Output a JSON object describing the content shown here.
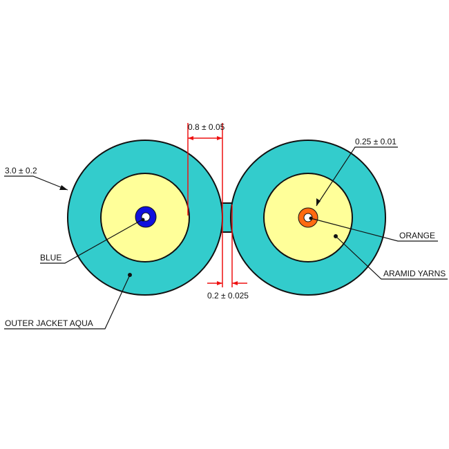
{
  "labels": {
    "outer_diameter": "3.0 ± 0.2",
    "inner_dimension": "0.8 ± 0.05",
    "fiber_core": "0.25 ± 0.01",
    "web_thickness": "0.2 ± 0.025",
    "left_fiber_color": "BLUE",
    "right_fiber_color": "ORANGE",
    "strength_member": "ARAMID YARNS",
    "jacket": "OUTER JACKET AQUA"
  },
  "colors": {
    "jacket": "#33CCCC",
    "aramid": "#FFFF99",
    "left_fiber": "#1010DD",
    "right_fiber": "#FF6A10",
    "dimension_lines": "#EE1111",
    "outline": "#111111"
  }
}
